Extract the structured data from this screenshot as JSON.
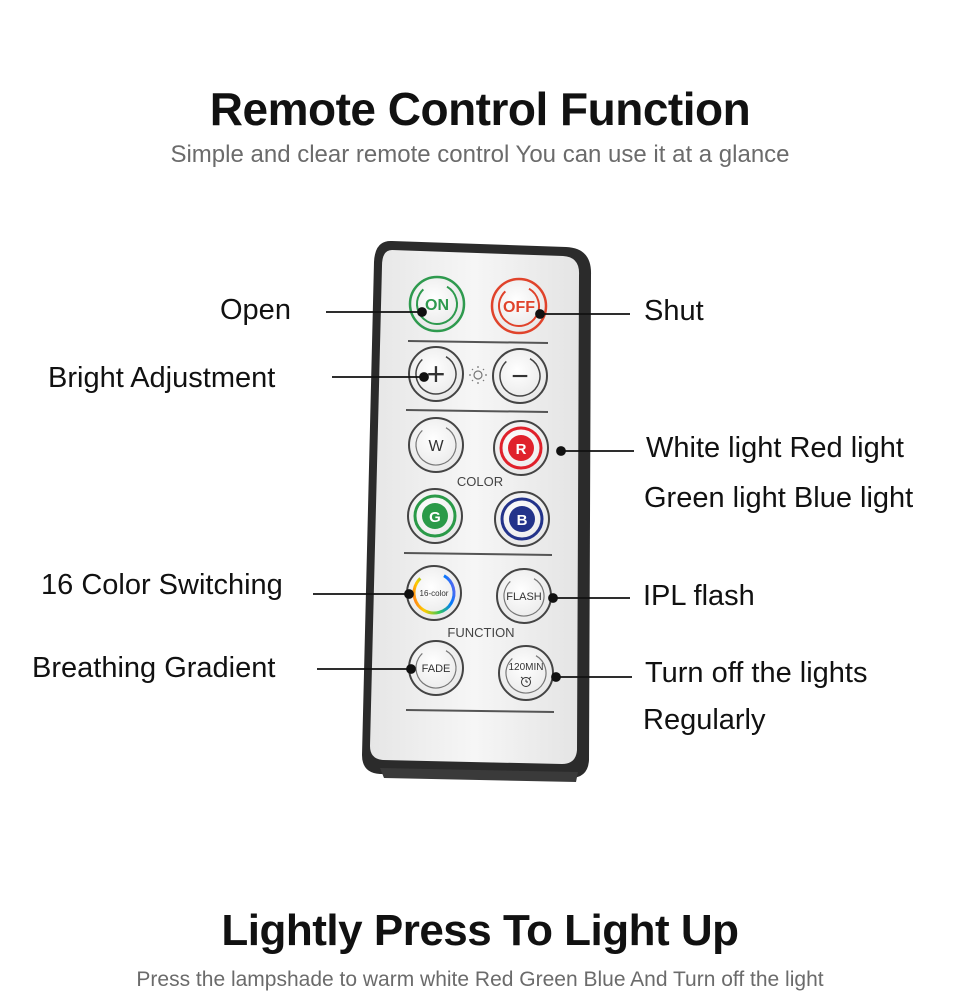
{
  "header": {
    "title": "Remote Control Function",
    "subtitle": "Simple and clear remote control You can use it at a glance"
  },
  "footer": {
    "title": "Lightly Press To Light Up",
    "subtitle": "Press the lampshade to warm white Red Green Blue And Turn off the light"
  },
  "callouts": {
    "left": {
      "open": "Open",
      "bright": "Bright Adjustment",
      "color16": "16 Color Switching",
      "breathing": "Breathing Gradient"
    },
    "right": {
      "shut": "Shut",
      "colors_line1": "White light Red light",
      "colors_line2": "Green light Blue light",
      "flash": "IPL flash",
      "timer_line1": "Turn off the lights",
      "timer_line2": "Regularly"
    }
  },
  "remote": {
    "buttons": {
      "on": "ON",
      "off": "OFF",
      "plus": "+",
      "minus": "−",
      "white": "W",
      "red": "R",
      "green": "G",
      "blue": "B",
      "sixteen": "16-color",
      "flash": "FLASH",
      "fade": "FADE",
      "timer": "120MIN"
    },
    "section_labels": {
      "color": "COLOR",
      "function": "FUNCTION"
    },
    "colors": {
      "on_ring": "#2e9a4e",
      "off_ring": "#e0432b",
      "red_btn": "#e0212b",
      "green_btn": "#2a9a48",
      "blue_btn": "#23338a",
      "body": "#f1f1f1",
      "casing": "#2b2b2b"
    }
  }
}
